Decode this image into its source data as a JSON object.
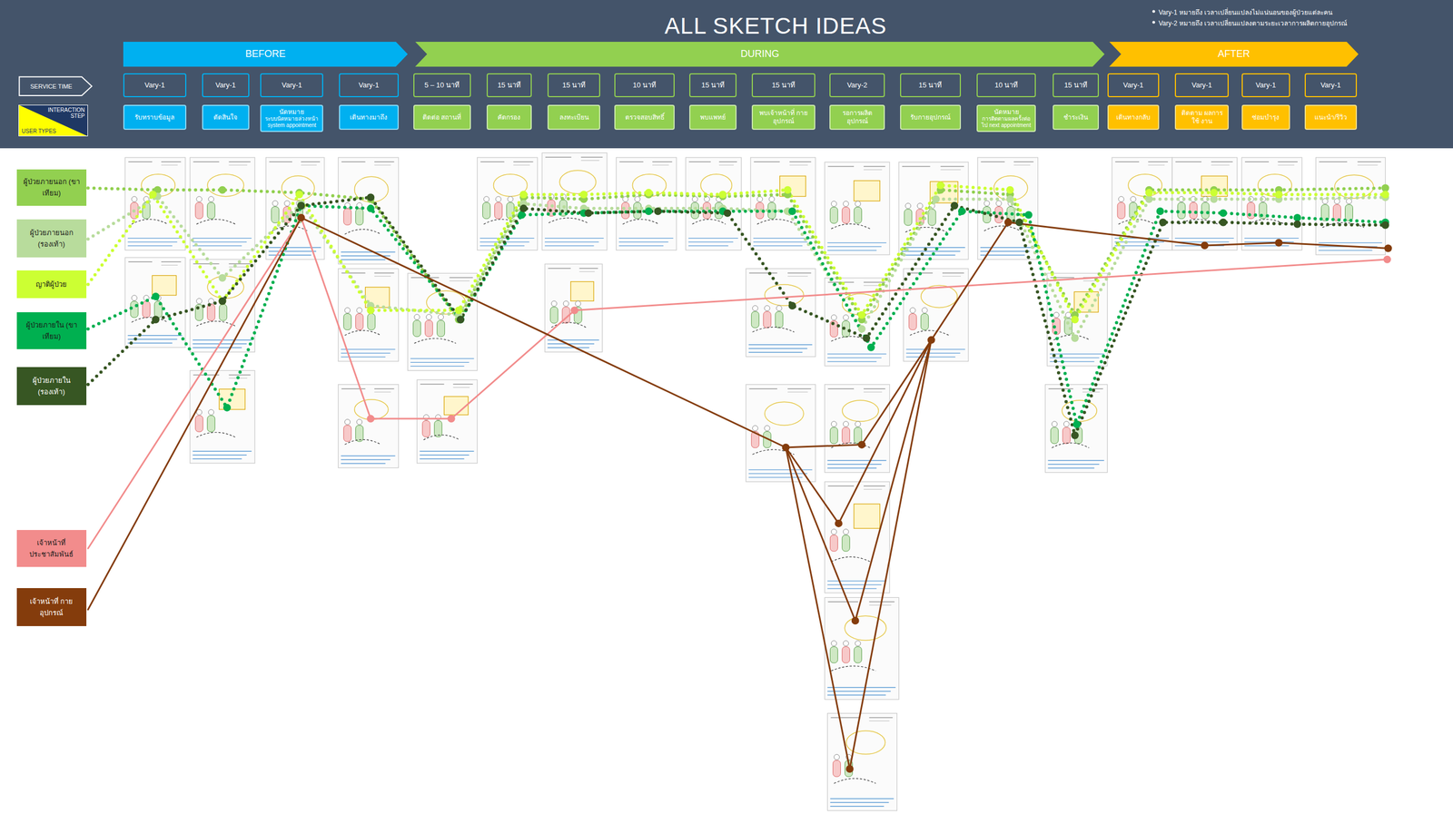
{
  "diagram": {
    "title": "ALL SKETCH IDEAS",
    "nodes": [
      {
        "text": [
          "BEFORE"
        ]
      },
      {
        "text": [
          "DURING"
        ]
      },
      {
        "text": [
          "AFTER"
        ]
      },
      {
        "text": [
          "SERVICE TIME"
        ]
      },
      {
        "text": [
          "INTERACTION STEP",
          "USER TYPES"
        ]
      },
      {
        "text": [
          "Vary-1"
        ]
      },
      {
        "text": [
          "Vary-1"
        ]
      },
      {
        "text": [
          "Vary-1"
        ]
      },
      {
        "text": [
          "Vary-1"
        ]
      },
      {
        "text": [
          "5 – 10 นาที"
        ]
      },
      {
        "text": [
          "15 นาที"
        ]
      },
      {
        "text": [
          "15 นาที"
        ]
      },
      {
        "text": [
          "10 นาที"
        ]
      },
      {
        "text": [
          "15 นาที"
        ]
      },
      {
        "text": [
          "15 นาที"
        ]
      },
      {
        "text": [
          "Vary-2"
        ]
      },
      {
        "text": [
          "15 นาที"
        ]
      },
      {
        "text": [
          "10 นาที"
        ]
      },
      {
        "text": [
          "15 นาที"
        ]
      },
      {
        "text": [
          "Vary-1"
        ]
      },
      {
        "text": [
          "Vary-1"
        ]
      },
      {
        "text": [
          "Vary-1"
        ]
      },
      {
        "text": [
          "Vary-1"
        ]
      },
      {
        "text": [
          "รับทราบข้อมูล"
        ]
      },
      {
        "text": [
          "ตัดสินใจ"
        ]
      },
      {
        "text": [
          "นัดหมาย",
          "ระบบนัดหมายล่วงหน้า system appointment"
        ]
      },
      {
        "text": [
          "เดินทางมาถึง"
        ]
      },
      {
        "text": [
          "ติดต่อ สถานที่"
        ]
      },
      {
        "text": [
          "คัดกรอง"
        ]
      },
      {
        "text": [
          "ลงทะเบียน"
        ]
      },
      {
        "text": [
          "ตรวจสอบสิทธิ์"
        ]
      },
      {
        "text": [
          "พบแพทย์"
        ]
      },
      {
        "text": [
          "พบเจ้าหน้าที่ กายอุปกรณ์"
        ]
      },
      {
        "text": [
          "รอการผลิต อุปกรณ์"
        ]
      },
      {
        "text": [
          "รับกายอุปกรณ์"
        ]
      },
      {
        "text": [
          "นัดหมาย",
          "การติดตามผลครั้งต่อไป next appointment"
        ]
      },
      {
        "text": [
          "ชำระเงิน"
        ]
      },
      {
        "text": [
          "เดินทางกลับ"
        ]
      },
      {
        "text": [
          "ติดตาม ผลการใช้ งาน"
        ]
      },
      {
        "text": [
          "ซ่อมบำรุง"
        ]
      },
      {
        "text": [
          "แนะนำ/รีวิว"
        ]
      }
    ],
    "labels": [
      "Vary-1 หมายถึง เวลาเปลี่ยนแปลงไม่แน่นอนของผู้ป่วยแต่ละคน",
      "Vary-2 หมายถึง เวลาเปลี่ยนแปลงตามระยะเวลาการผลิตกายอุปกรณ์"
    ],
    "legend": [
      {
        "text": "ผู้ป่วยภายนอก (ขาเทียม)",
        "color": "#92d050"
      },
      {
        "text": "ผู้ป่วยภายนอก (รองเท้า)",
        "color": "#b8dc9c"
      },
      {
        "text": "ญาติผู้ป่วย",
        "color": "#ccff33"
      },
      {
        "text": "ผู้ป่วยภายใน (ขาเทียม)",
        "color": "#00b050"
      },
      {
        "text": "ผู้ป่วยภายใน (รองเท้า)",
        "color": "#375623"
      },
      {
        "text": "เจ้าหน้าที่ ประชาสัมพันธ์",
        "color": "#f28c8c"
      },
      {
        "text": "เจ้าหน้าที่ กายอุปกรณ์",
        "color": "#843c0c"
      }
    ]
  }
}
